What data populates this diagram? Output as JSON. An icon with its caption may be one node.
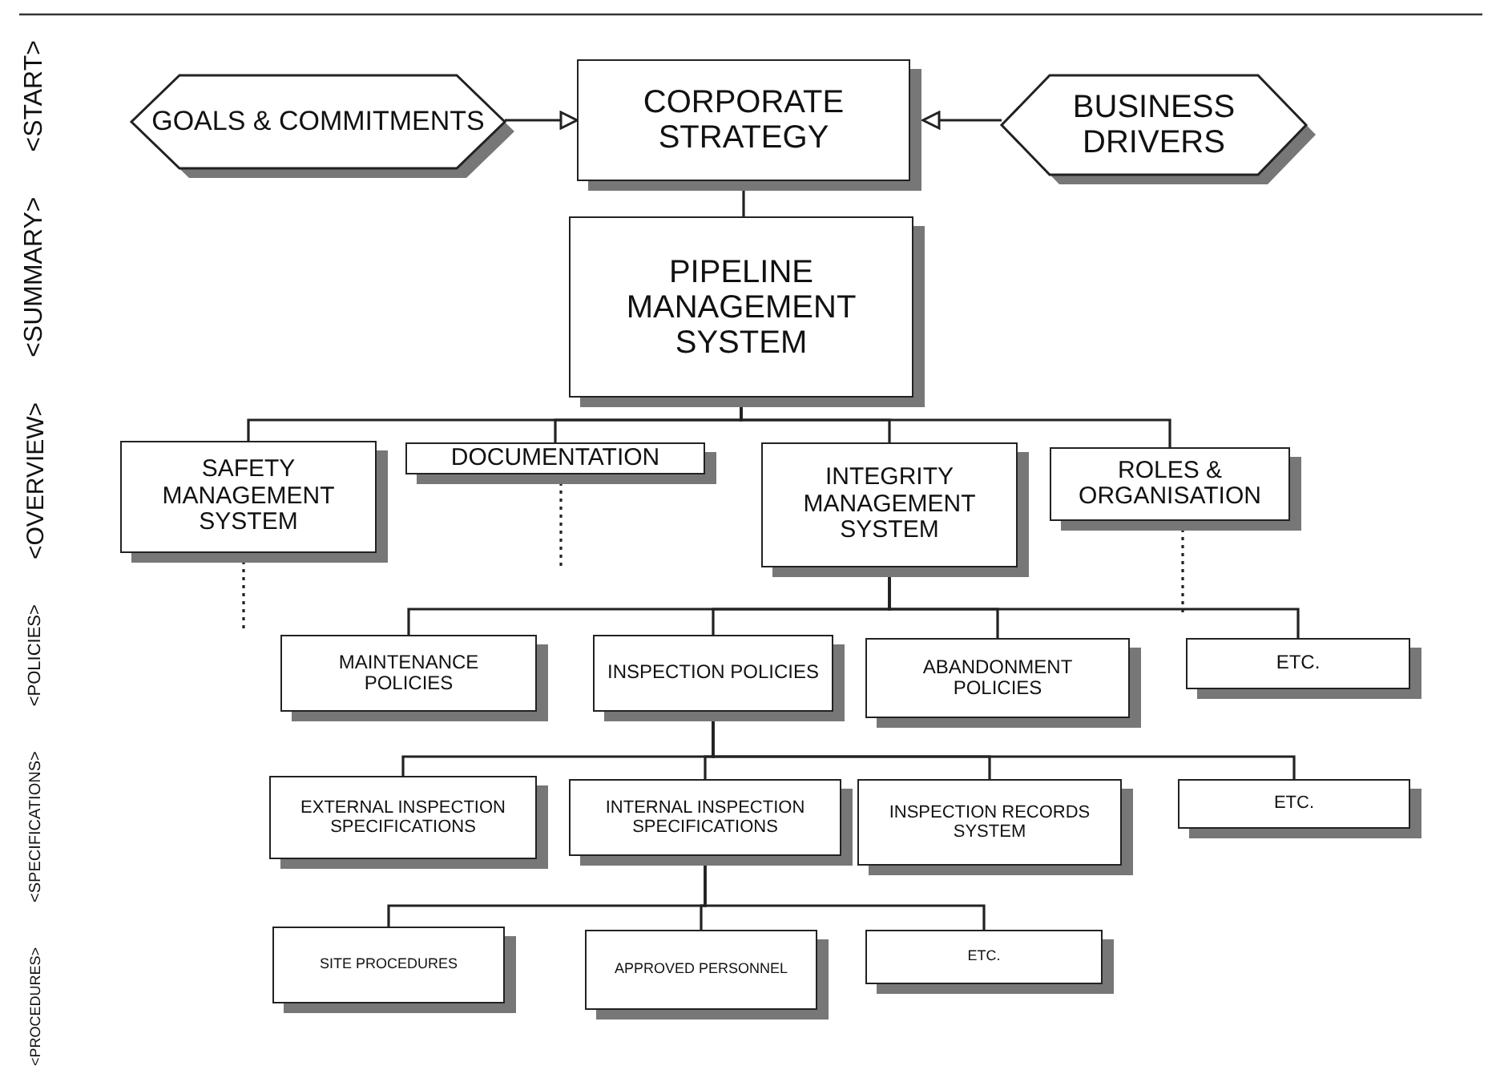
{
  "diagram": {
    "nodes": [
      {
        "text": [
          "GOALS & COMMITMENTS"
        ]
      },
      {
        "text": [
          "CORPORATE STRATEGY"
        ]
      },
      {
        "text": [
          "BUSINESS DRIVERS"
        ]
      },
      {
        "text": [
          "PIPELINE MANAGEMENT SYSTEM"
        ]
      },
      {
        "text": [
          "SAFETY MANAGEMENT SYSTEM"
        ]
      },
      {
        "text": [
          "DOCUMENTATION"
        ]
      },
      {
        "text": [
          "INTEGRITY MANAGEMENT SYSTEM"
        ]
      },
      {
        "text": [
          "ROLES & ORGANISATION"
        ]
      },
      {
        "text": [
          "MAINTENANCE POLICIES"
        ]
      },
      {
        "text": [
          "INSPECTION POLICIES"
        ]
      },
      {
        "text": [
          "ABANDONMENT POLICIES"
        ]
      },
      {
        "text": [
          "ETC."
        ]
      },
      {
        "text": [
          "EXTERNAL INSPECTION SPECIFICATIONS"
        ]
      },
      {
        "text": [
          "INTERNAL INSPECTION SPECIFICATIONS"
        ]
      },
      {
        "text": [
          "INSPECTION RECORDS SYSTEM"
        ]
      },
      {
        "text": [
          "ETC."
        ]
      },
      {
        "text": [
          "SITE PROCEDURES"
        ]
      },
      {
        "text": [
          "APPROVED PERSONNEL"
        ]
      },
      {
        "text": [
          "ETC."
        ]
      }
    ],
    "edges": [
      {
        "from": 0,
        "to": 1,
        "arrow": "to"
      },
      {
        "from": 2,
        "to": 1,
        "arrow": "to"
      },
      {
        "from": 1,
        "to": 3,
        "arrow": "none"
      },
      {
        "from": 3,
        "to": 4,
        "arrow": "none"
      },
      {
        "from": 3,
        "to": 5,
        "arrow": "none"
      },
      {
        "from": 3,
        "to": 6,
        "arrow": "none"
      },
      {
        "from": 3,
        "to": 7,
        "arrow": "none"
      },
      {
        "from": 4,
        "to": null,
        "arrow": "none",
        "style": "dashed"
      },
      {
        "from": 5,
        "to": null,
        "arrow": "none",
        "style": "dashed"
      },
      {
        "from": 7,
        "to": null,
        "arrow": "none",
        "style": "dashed"
      },
      {
        "from": 6,
        "to": 8,
        "arrow": "none"
      },
      {
        "from": 6,
        "to": 9,
        "arrow": "none"
      },
      {
        "from": 6,
        "to": 10,
        "arrow": "none"
      },
      {
        "from": 6,
        "to": 11,
        "arrow": "none"
      },
      {
        "from": 9,
        "to": 12,
        "arrow": "none"
      },
      {
        "from": 9,
        "to": 13,
        "arrow": "none"
      },
      {
        "from": 9,
        "to": 14,
        "arrow": "none"
      },
      {
        "from": 9,
        "to": 15,
        "arrow": "none"
      },
      {
        "from": 13,
        "to": 16,
        "arrow": "none"
      },
      {
        "from": 13,
        "to": 17,
        "arrow": "none"
      },
      {
        "from": 13,
        "to": 18,
        "arrow": "none"
      }
    ],
    "labels": [
      "<PROCEDURES>",
      "<SPECIFICATIONS>",
      "<POLICIES>",
      "<OVERVIEW>",
      "<SUMMARY>",
      "<START>"
    ]
  }
}
